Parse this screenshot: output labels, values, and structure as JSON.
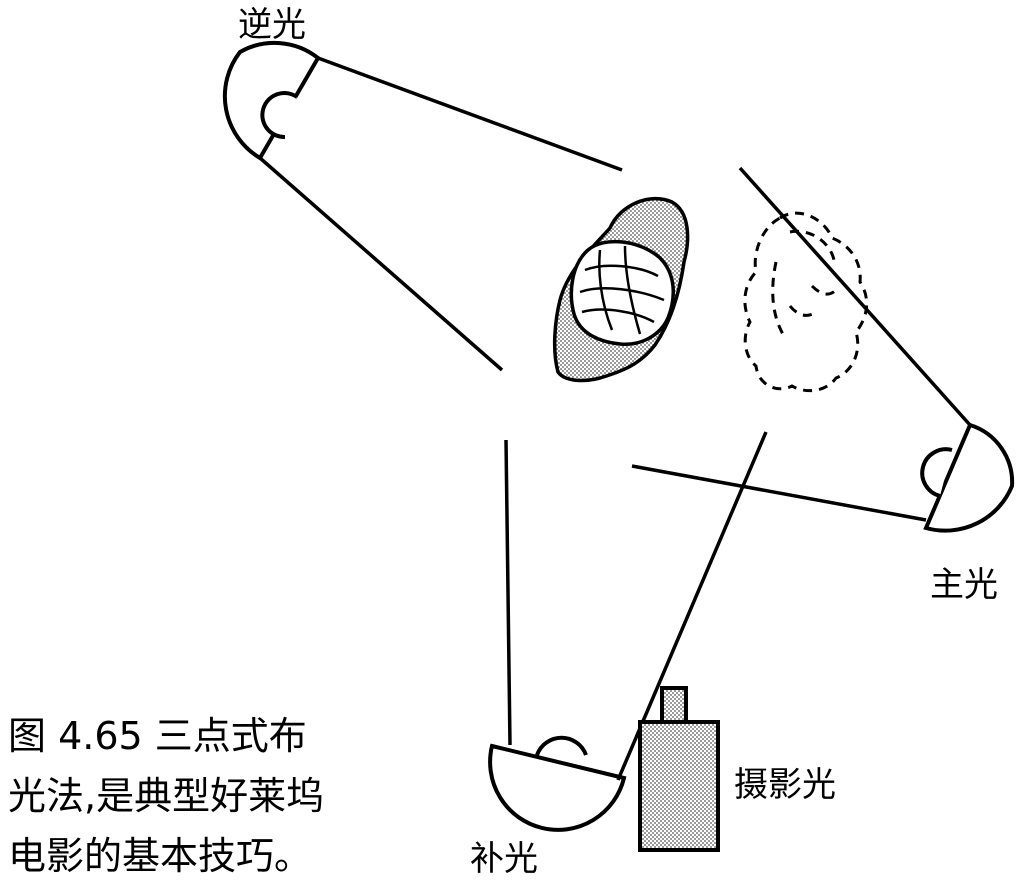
{
  "labels": {
    "back_light": "逆光",
    "key_light": "主光",
    "fill_light": "补光",
    "camera": "摄影光"
  },
  "caption": {
    "line1": "图 4.65 三点式布",
    "line2": "光法,是典型好莱坞",
    "line3": "电影的基本技巧。"
  },
  "colors": {
    "ink": "#000000",
    "shade": "#bdbdbd",
    "paper": "#ffffff"
  }
}
